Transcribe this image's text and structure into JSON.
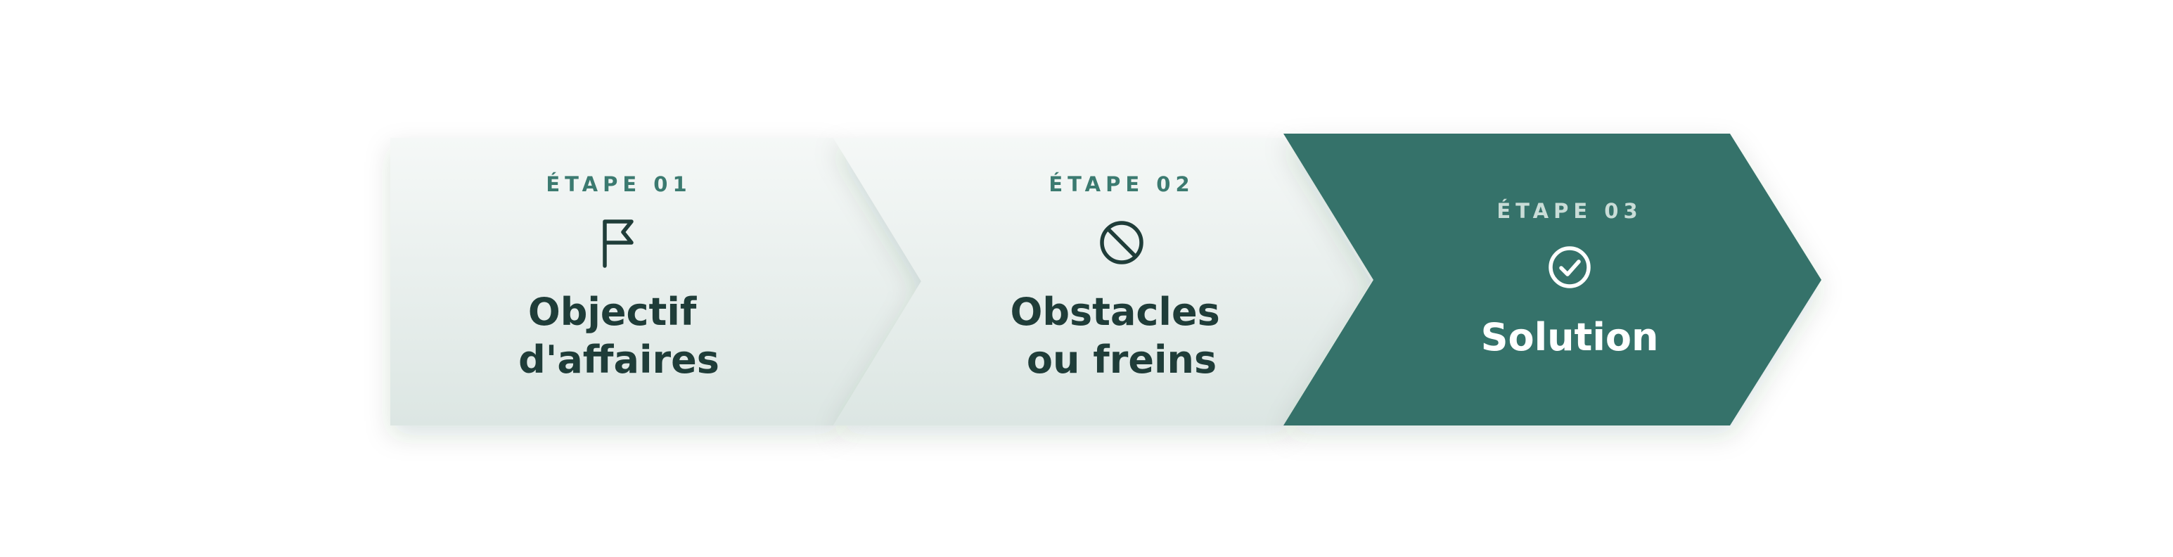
{
  "steps": [
    {
      "label": "ÉTAPE 01",
      "title_lines": [
        "Objectif",
        "d'affaires"
      ],
      "icon": "flag-icon",
      "active": false
    },
    {
      "label": "ÉTAPE 02",
      "title_lines": [
        "Obstacles",
        "ou freins"
      ],
      "icon": "prohibited-icon",
      "active": false
    },
    {
      "label": "ÉTAPE 03",
      "title_lines": [
        "Solution"
      ],
      "icon": "check-circle-icon",
      "active": true
    }
  ],
  "colors": {
    "accent": "#34726A",
    "inactive_fill_top": "#F5F8F7",
    "inactive_fill_bottom": "#DCE6E3",
    "inactive_label": "#3B7A70",
    "inactive_title": "#1F3D39",
    "active_label": "#C9DCD7",
    "active_title": "#FFFFFF"
  }
}
